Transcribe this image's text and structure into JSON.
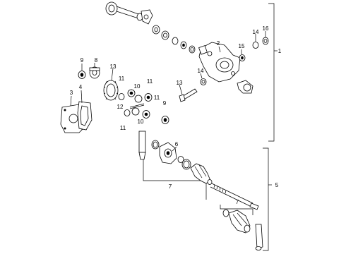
{
  "callouts": {
    "c1": "1",
    "c2": "2",
    "c3": "3",
    "c4": "4",
    "c5": "5",
    "c6": "6",
    "c7a": "7",
    "c7b": "7",
    "c8": "8",
    "c9a": "9",
    "c9b": "9",
    "c10a": "10",
    "c10b": "10",
    "c11a": "11",
    "c11b": "11",
    "c11c": "11",
    "c11d": "11",
    "c12": "12",
    "c13a": "13",
    "c13b": "13",
    "c14a": "14",
    "c14b": "14",
    "c15": "15",
    "c16": "16"
  }
}
